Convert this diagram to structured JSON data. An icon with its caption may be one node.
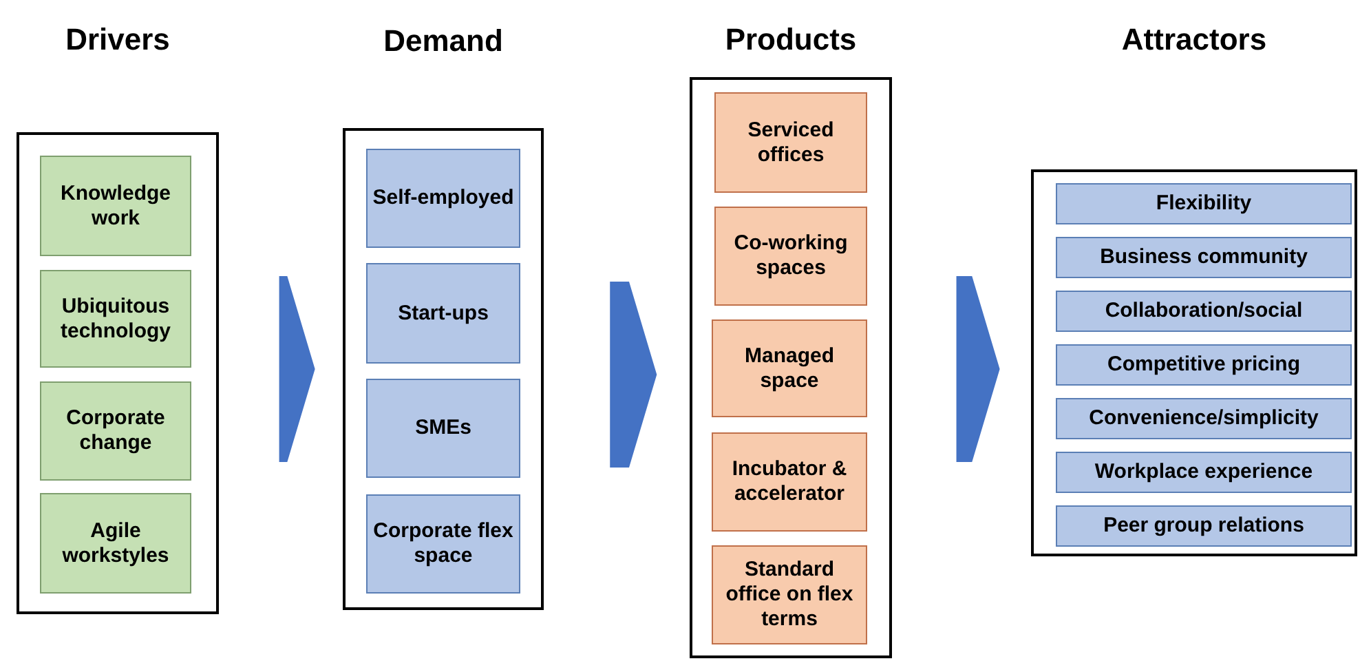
{
  "diagram": {
    "nodes": [
      {
        "text": [
          "Drivers"
        ]
      },
      {
        "text": [
          "Knowledge work"
        ],
        "in": 0
      },
      {
        "text": [
          "Ubiquitous technology"
        ],
        "in": 0
      },
      {
        "text": [
          "Corporate change"
        ],
        "in": 0
      },
      {
        "text": [
          "Agile workstyles"
        ],
        "in": 0
      },
      {
        "text": [
          "Demand"
        ]
      },
      {
        "text": [
          "Self-employed"
        ],
        "in": 5
      },
      {
        "text": [
          "Start-ups"
        ],
        "in": 5
      },
      {
        "text": [
          "SMEs"
        ],
        "in": 5
      },
      {
        "text": [
          "Corporate flex space"
        ],
        "in": 5
      },
      {
        "text": [
          "Products"
        ]
      },
      {
        "text": [
          "Serviced offices"
        ],
        "in": 10
      },
      {
        "text": [
          "Co-working spaces"
        ],
        "in": 10
      },
      {
        "text": [
          "Managed space"
        ],
        "in": 10
      },
      {
        "text": [
          "Incubator & accelerator"
        ],
        "in": 10
      },
      {
        "text": [
          "Standard office on flex terms"
        ],
        "in": 10
      },
      {
        "text": [
          "Attractors"
        ]
      },
      {
        "text": [
          "Flexibility"
        ],
        "in": 16
      },
      {
        "text": [
          "Business community"
        ],
        "in": 16
      },
      {
        "text": [
          "Collaboration/social"
        ],
        "in": 16
      },
      {
        "text": [
          "Competitive pricing"
        ],
        "in": 16
      },
      {
        "text": [
          "Convenience/simplicity"
        ],
        "in": 16
      },
      {
        "text": [
          "Workplace experience"
        ],
        "in": 16
      },
      {
        "text": [
          "Peer group relations"
        ],
        "in": 16
      }
    ],
    "edges": [
      {
        "from": 0,
        "to": 5,
        "arrow": "to"
      },
      {
        "from": 5,
        "to": 10,
        "arrow": "to"
      },
      {
        "from": 10,
        "to": 16,
        "arrow": "to"
      }
    ]
  }
}
